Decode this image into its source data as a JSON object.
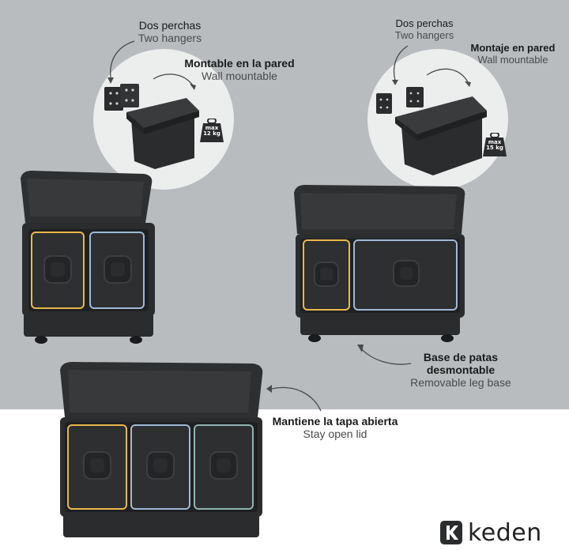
{
  "callouts": {
    "two_hangers_left": {
      "es": "Dos perchas",
      "en": "Two hangers"
    },
    "wall_left": {
      "es": "Montable en la pared",
      "en": "Wall mountable"
    },
    "two_hangers_right": {
      "es": "Dos perchas",
      "en": "Two hangers"
    },
    "wall_right": {
      "es": "Montaje en pared",
      "en": "Wall mountable"
    },
    "leg_base": {
      "es_line1": "Base de patas",
      "es_line2": "desmontable",
      "en": "Removable leg base"
    },
    "stay_open": {
      "es": "Mantiene la tapa abierta",
      "en": "Stay open lid"
    }
  },
  "weights": {
    "left": {
      "top": "max",
      "bottom": "12 kg"
    },
    "right": {
      "top": "max",
      "bottom": "15 kg"
    }
  },
  "brand": {
    "name": "keden"
  },
  "colors": {
    "bin": "#2b2c2e",
    "bin_inner": "#232426",
    "accent_yellow": "#e9b84a",
    "accent_blue": "#9fb8d6",
    "accent_teal": "#8fb3b0",
    "top_background": "#b8bcbf"
  }
}
